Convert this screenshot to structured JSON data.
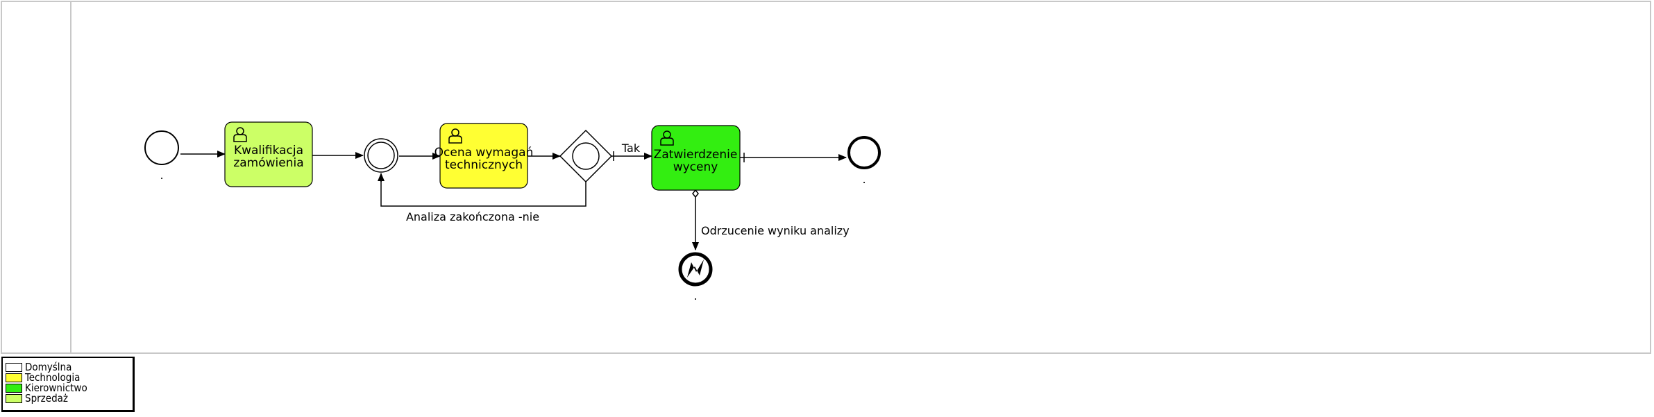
{
  "colors": {
    "sprzedaz": "#ccff66",
    "technologia": "#ffff33",
    "kierownictwo": "#33ee11",
    "domyslna": "#ffffff"
  },
  "tasks": [
    {
      "line1": "Kwalifikacja",
      "line2": "zamówienia",
      "icon": "user-icon"
    },
    {
      "line1": "Ocena wymagań",
      "line2": "technicznych",
      "icon": "user-icon"
    },
    {
      "line1": "Zatwierdzenie",
      "line2": "wyceny",
      "icon": "user-icon"
    }
  ],
  "events": {
    "start_label": ".",
    "intermediate_label": ".",
    "end_label": ".",
    "error_end_label": "."
  },
  "flows": {
    "yes_label": "Tak",
    "loop_label": "Analiza zakończona -nie",
    "reject_label": "Odrzucenie wyniku analizy"
  },
  "legend": [
    {
      "label": "Domyślna",
      "color": "#ffffff"
    },
    {
      "label": "Technologia",
      "color": "#ffff33"
    },
    {
      "label": "Kierownictwo",
      "color": "#33ee11"
    },
    {
      "label": "Sprzedaż",
      "color": "#ccff66"
    }
  ]
}
